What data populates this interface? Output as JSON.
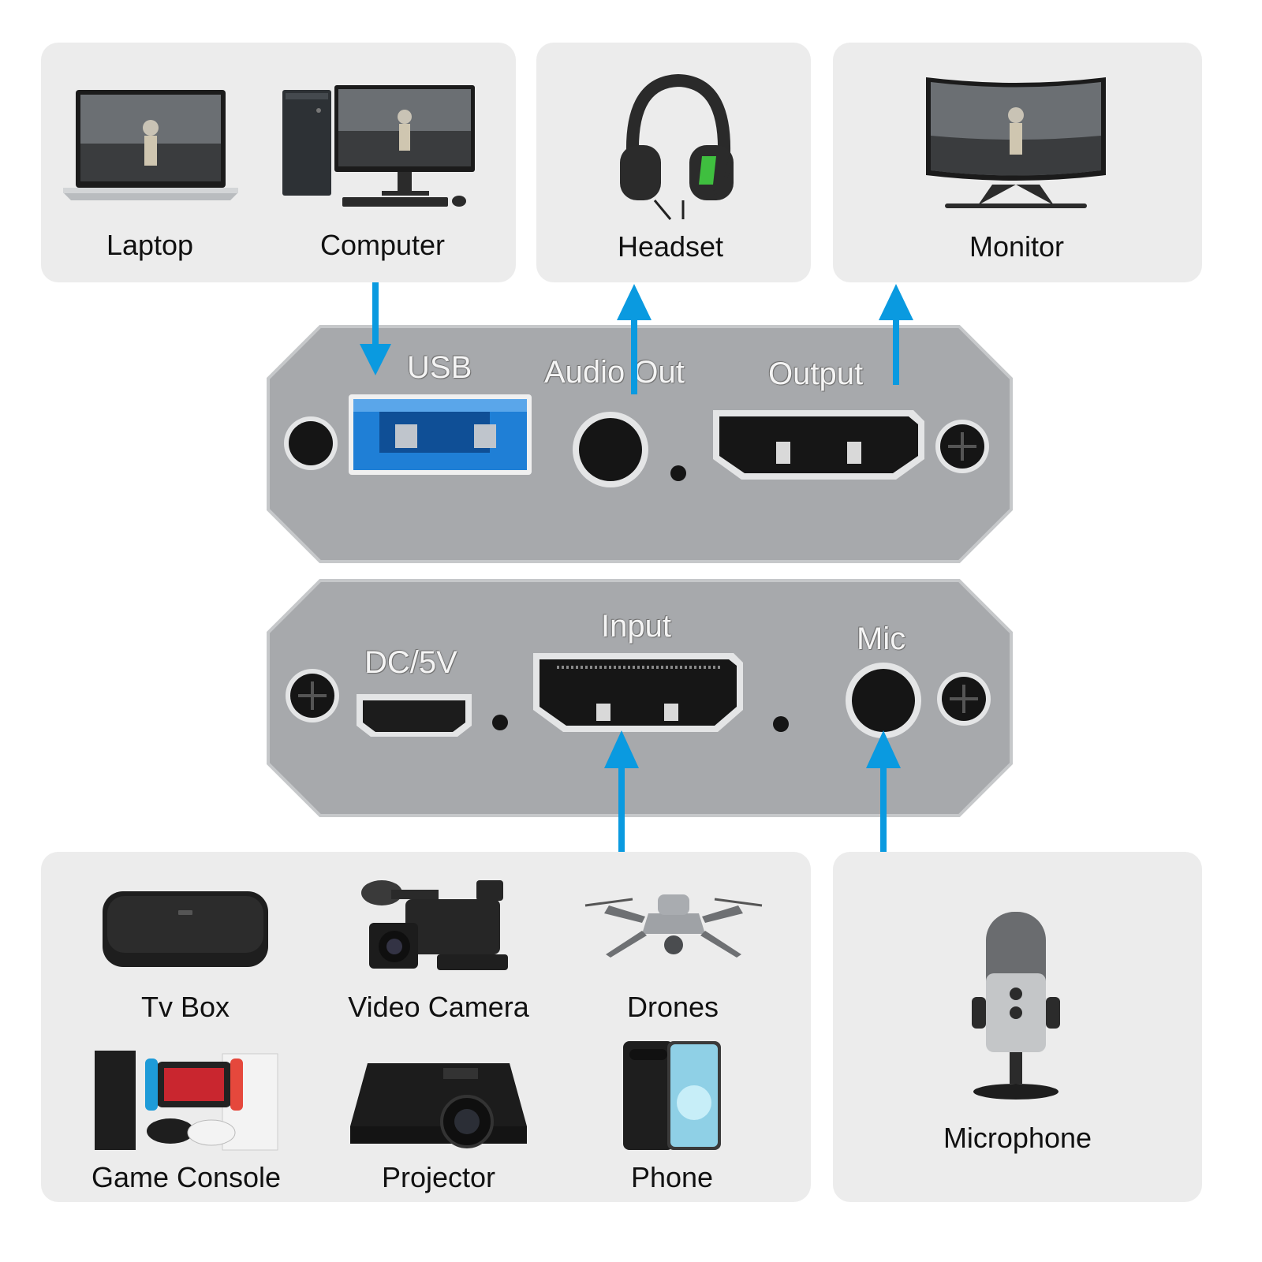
{
  "colors": {
    "panel": "#ececec",
    "arrow": "#0a9ae0",
    "device_body": "#a7a9ac",
    "usb_blue": "#1f7fd6"
  },
  "top_devices": {
    "laptop": {
      "label": "Laptop",
      "icon": "laptop-icon"
    },
    "computer": {
      "label": "Computer",
      "icon": "desktop-computer-icon"
    },
    "headset": {
      "label": "Headset",
      "icon": "headset-icon"
    },
    "monitor": {
      "label": "Monitor",
      "icon": "monitor-icon"
    }
  },
  "capture_card": {
    "top_face": {
      "usb": "USB",
      "audio_out": "Audio Out",
      "output": "Output"
    },
    "bottom_face": {
      "dc": "DC/5V",
      "input": "Input",
      "mic": "Mic"
    }
  },
  "bottom_devices": {
    "tv_box": {
      "label": "Tv Box",
      "icon": "tv-box-icon"
    },
    "video_camera": {
      "label": "Video Camera",
      "icon": "video-camera-icon"
    },
    "drones": {
      "label": "Drones",
      "icon": "drone-icon"
    },
    "game_console": {
      "label": "Game Console",
      "icon": "game-console-icon"
    },
    "projector": {
      "label": "Projector",
      "icon": "projector-icon"
    },
    "phone": {
      "label": "Phone",
      "icon": "phone-icon"
    },
    "microphone": {
      "label": "Microphone",
      "icon": "microphone-icon"
    }
  }
}
